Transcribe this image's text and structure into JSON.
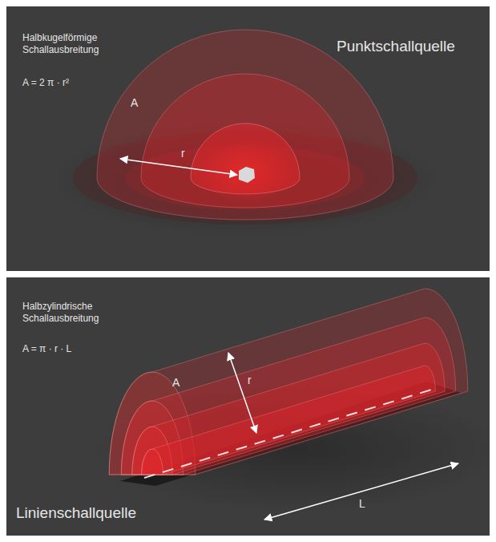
{
  "diagram": {
    "labels": [
      "Halbkugelförmige Schallausbreitung",
      "A = 2 π · r²",
      "Punktschallquelle",
      "A",
      "r",
      "Halbzylindrische Schallausbreitung",
      "A = π · r · L",
      "A",
      "r",
      "Linienschallquelle",
      "L"
    ]
  }
}
